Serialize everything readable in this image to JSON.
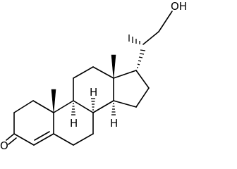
{
  "atom_labels": {
    "hydroxyl": "OH",
    "ketone_oxygen": "O",
    "h_c8": "H",
    "h_c9": "H",
    "h_c14": "H"
  }
}
